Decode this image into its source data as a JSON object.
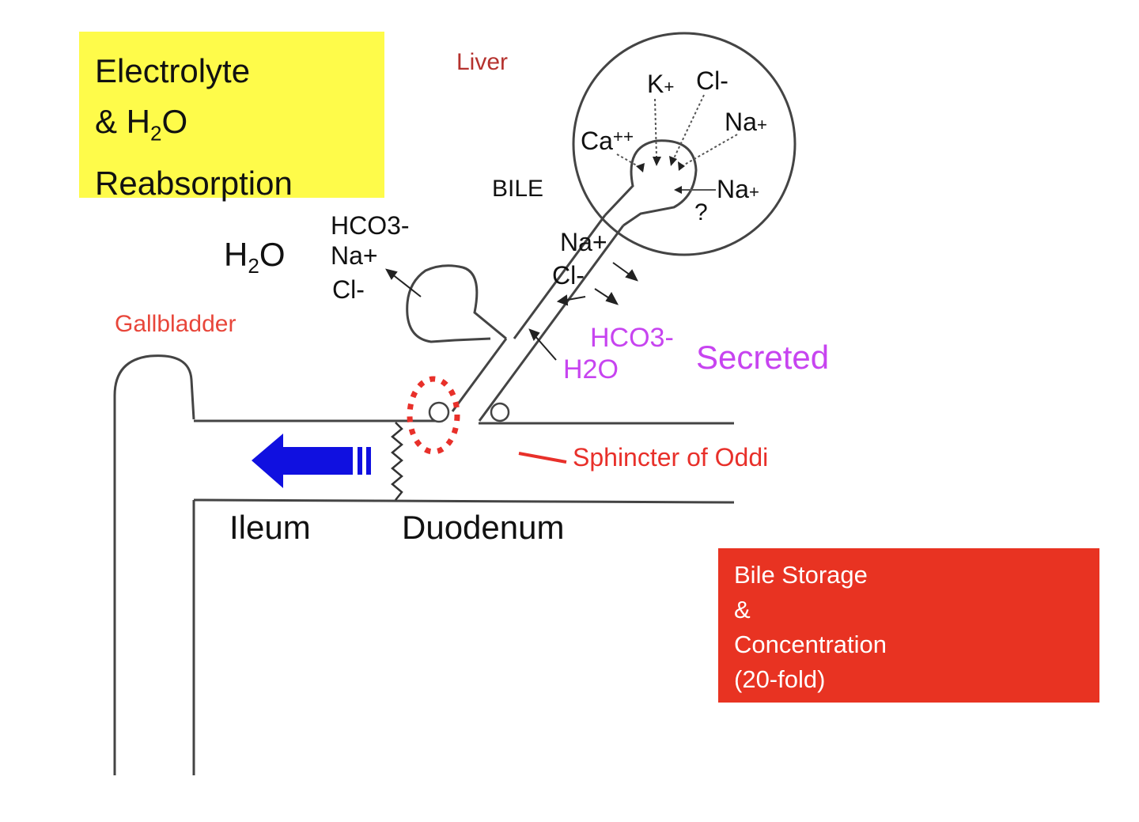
{
  "panels": {
    "reabsorption": {
      "line1": "Electrolyte",
      "line2_prefix": "& H",
      "line2_sub": "2",
      "line2_suffix": "O",
      "line3": "Reabsorption",
      "color": "#fefb4a"
    },
    "storage": {
      "line1": "Bile Storage",
      "line2": "&",
      "line3": "Concentration",
      "line4": "(20-fold)",
      "color": "#e83322"
    }
  },
  "labels": {
    "liver": "Liver",
    "bile": "BILE",
    "gallbladder": "Gallbladder",
    "h2o_prefix": "H",
    "h2o_sub": "2",
    "h2o_suffix": "O",
    "gb_hco3": "HCO3-",
    "gb_na": "Na+",
    "gb_cl": "Cl-",
    "duct_na": "Na+",
    "duct_cl": "Cl-",
    "secreted_hco3": "HCO3-",
    "secreted_h2o": "H2O",
    "secreted": "Secreted",
    "sphincter": "Sphincter of Oddi",
    "ileum": "Ileum",
    "duodenum": "Duodenum",
    "question": "?"
  },
  "liver_ions": {
    "k": "K",
    "k_charge": "+",
    "cl": "Cl-",
    "na_top": "Na",
    "na_top_charge": "+",
    "ca": "Ca",
    "ca_charge": "++",
    "na_mid": "Na",
    "na_mid_charge": "+"
  },
  "colors": {
    "liver_label": "#b5322e",
    "gallbladder_label": "#e8463a",
    "sphincter_label": "#e8302a",
    "secreted": "#c744f0",
    "flow_arrow": "#1010e0",
    "sphincter_marker": "#e8302a"
  }
}
